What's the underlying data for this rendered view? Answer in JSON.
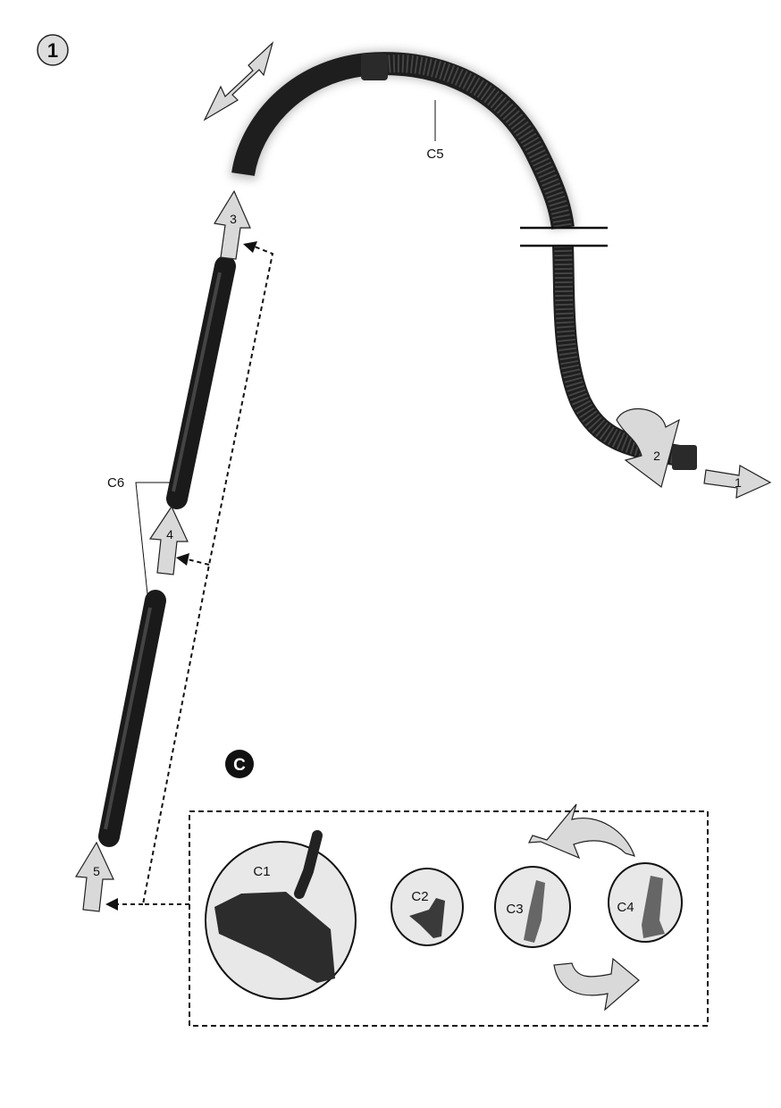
{
  "step_badge": "1",
  "section_badge": "C",
  "step_arrows": [
    "1",
    "2",
    "3",
    "4",
    "5"
  ],
  "parts": {
    "c1": "C1",
    "c2": "C2",
    "c3": "C3",
    "c4": "C4",
    "c5": "C5",
    "c6": "C6"
  },
  "colors": {
    "arrow_fill": "#d9d9d9",
    "hose": "#1e1e1e",
    "circle_fill": "#e8e8e8"
  }
}
